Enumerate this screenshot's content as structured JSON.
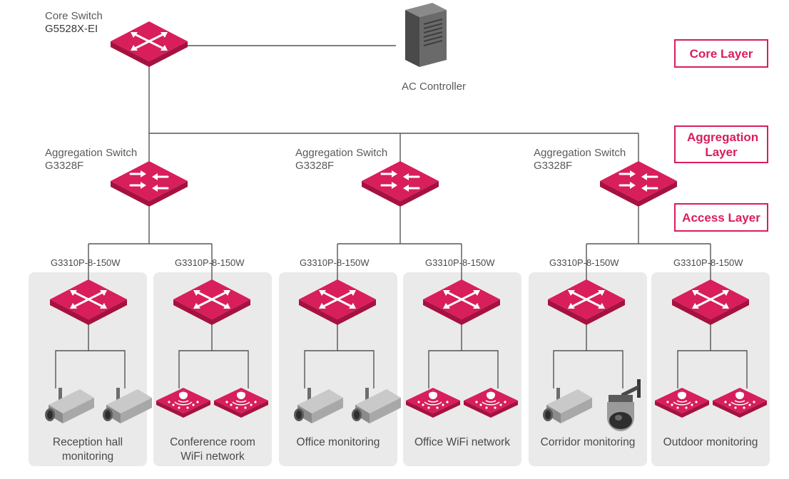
{
  "core": {
    "title": "Core Switch",
    "model": "G5528X-EI"
  },
  "controller": {
    "label": "AC Controller"
  },
  "layers": {
    "core": "Core Layer",
    "aggregation": "Aggregation Layer",
    "access": "Access Layer"
  },
  "aggregation": [
    {
      "title": "Aggregation Switch",
      "model": "G3328F"
    },
    {
      "title": "Aggregation Switch",
      "model": "G3328F"
    },
    {
      "title": "Aggregation Switch",
      "model": "G3328F"
    }
  ],
  "access_groups": [
    {
      "model": "G3310P-8-150W",
      "caption_line1": "Reception hall",
      "caption_line2": "monitoring",
      "devices": [
        "camera",
        "camera"
      ]
    },
    {
      "model": "G3310P-8-150W",
      "caption_line1": "Conference room",
      "caption_line2": "WiFi network",
      "devices": [
        "ap",
        "ap"
      ]
    },
    {
      "model": "G3310P-8-150W",
      "caption_line1": "Office monitoring",
      "caption_line2": "",
      "devices": [
        "camera",
        "camera"
      ]
    },
    {
      "model": "G3310P-8-150W",
      "caption_line1": "Office WiFi network",
      "caption_line2": "",
      "devices": [
        "ap",
        "ap"
      ]
    },
    {
      "model": "G3310P-8-150W",
      "caption_line1": "Corridor monitoring",
      "caption_line2": "",
      "devices": [
        "camera",
        "dome-camera"
      ]
    },
    {
      "model": "G3310P-8-150W",
      "caption_line1": "Outdoor monitoring",
      "caption_line2": "",
      "devices": [
        "ap",
        "ap"
      ]
    }
  ],
  "colors": {
    "accent": "#d81e5b",
    "panel": "#ebeaea",
    "line": "#555555"
  }
}
